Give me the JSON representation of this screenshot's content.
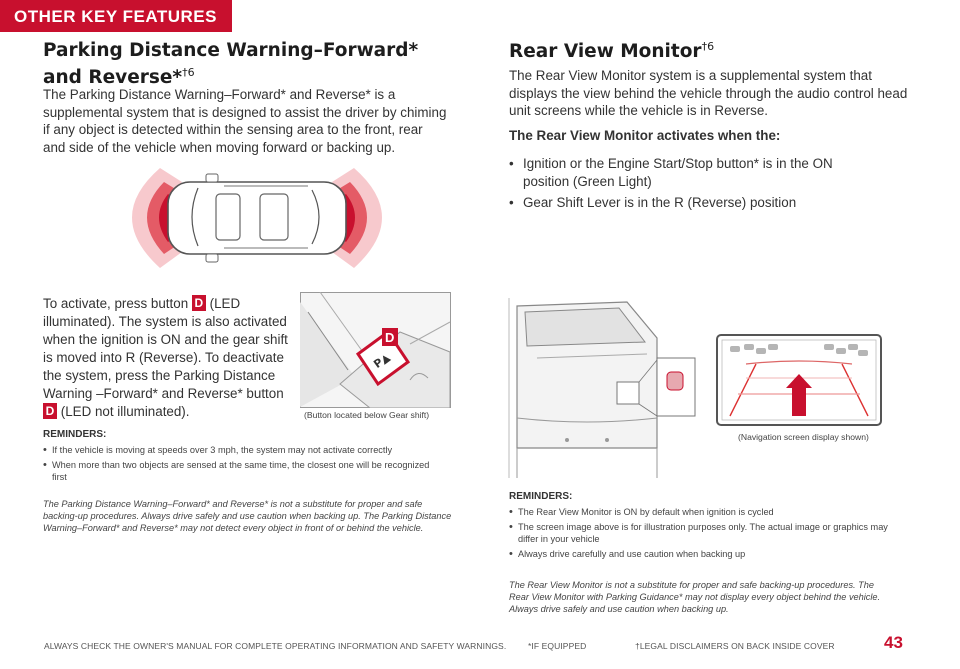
{
  "section_tab": "OTHER KEY FEATURES",
  "left": {
    "title_line1": "Parking Distance Warning–Forward*",
    "title_line2": "and Reverse*",
    "title_sup": "†6",
    "intro": "The Parking Distance Warning–Forward* and Reverse* is a supplemental system that is designed to assist the driver by chiming if any object is detected within the sensing area to the front, rear and side of the vehicle when moving forward or backing up.",
    "activate_part1": "To activate, press button",
    "activate_part2": "(LED illuminated). The system is also activated when the ignition is ON and the gear shift is moved into R (Reverse). To deactivate the system, press the Parking Distance Warning –Forward* and Reverse* button",
    "activate_part3": "(LED not illuminated).",
    "badge_letter": "D",
    "button_caption": "(Button located below Gear shift)",
    "reminders_heading": "REMINDERS:",
    "reminders": [
      "If the vehicle is moving at speeds over 3 mph, the system may not activate correctly",
      "When more than two objects are sensed at the same time, the closest one will be recognized first"
    ],
    "disclaimer": "The Parking Distance Warning–Forward* and Reverse* is not a substitute for proper and safe backing-up procedures. Always drive safely and use caution when backing up. The Parking Distance Warning–Forward* and Reverse* may not detect every object in front of or behind the vehicle."
  },
  "right": {
    "title": "Rear View Monitor",
    "title_sup": "†6",
    "intro": "The Rear View Monitor system is a supplemental system that displays the view behind the vehicle through the audio control head unit screens while the vehicle is in Reverse.",
    "activates_heading": "The Rear View Monitor activates when the:",
    "conditions": [
      "Ignition or the Engine Start/Stop button* is in the ON position (Green Light)",
      "Gear Shift Lever is in the R (Reverse) position"
    ],
    "nav_caption": "(Navigation screen display shown)",
    "reminders_heading": "REMINDERS:",
    "reminders": [
      "The Rear View Monitor is ON by default when ignition is cycled",
      "The screen image above is for illustration purposes only. The actual image or graphics may differ in your vehicle",
      "Always drive carefully and use caution when backing up"
    ],
    "disclaimer": "The Rear View Monitor is not a substitute for proper and safe backing-up procedures. The Rear View Monitor with Parking Guidance* may not display every object behind the vehicle. Always drive safely and use caution when backing up."
  },
  "footer": {
    "owners_manual": "ALWAYS CHECK THE OWNER'S MANUAL FOR COMPLETE OPERATING INFORMATION AND SAFETY WARNINGS.",
    "if_equipped": "*IF EQUIPPED",
    "legal": "†LEGAL DISCLAIMERS ON BACK INSIDE COVER",
    "page_number": "43"
  },
  "colors": {
    "brand_red": "#c8102e"
  }
}
